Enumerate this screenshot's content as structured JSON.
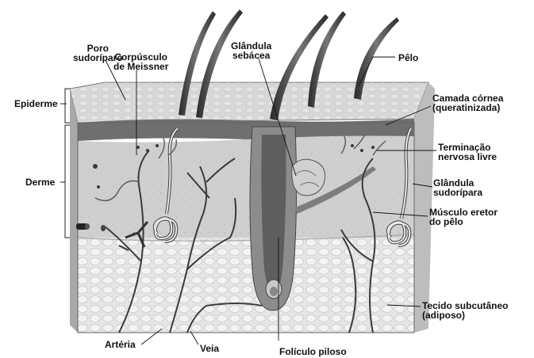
{
  "labels": {
    "poro": [
      "Poro",
      "sudoríparo"
    ],
    "corpusculo": [
      "Corpúsculo",
      "de Meissner"
    ],
    "glandula_sebacea": [
      "Glândula",
      "sebácea"
    ],
    "pelo": "Pêlo",
    "epiderme": "Epiderme",
    "camada": [
      "Camada córnea",
      "(queratinizada)"
    ],
    "terminacao": [
      "Terminação",
      "nervosa livre"
    ],
    "derme": "Derme",
    "glandula_sudoripara": [
      "Glândula",
      "sudorípara"
    ],
    "musculo": [
      "Músculo eretor",
      "do pêlo"
    ],
    "tecido": [
      "Tecido subcutâneo",
      "(adiposo)"
    ],
    "arteria": "Artéria",
    "veia": "Veia",
    "foliculo": "Folículo piloso"
  }
}
